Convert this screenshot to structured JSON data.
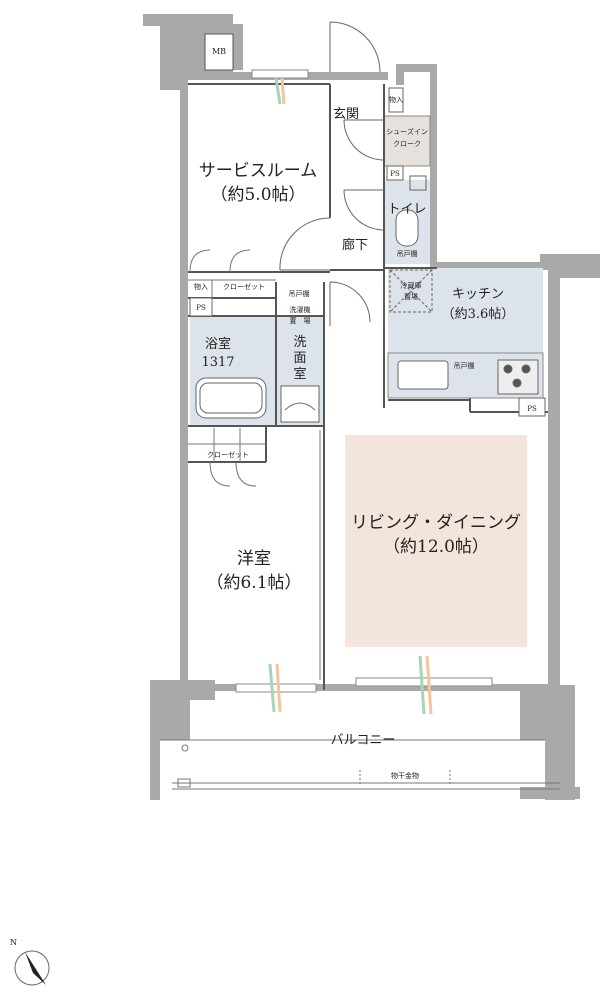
{
  "rooms": {
    "service": {
      "name": "サービスルーム",
      "size": "（約5.0帖）"
    },
    "entrance": "玄関",
    "hall": "廊下",
    "toilet": "トイレ",
    "shoes": [
      "シューズイン",
      "クローク"
    ],
    "storage_top": "物入",
    "kitchen": {
      "name": "キッチン",
      "size": "（約3.6帖）"
    },
    "fridge": [
      "冷蔵庫",
      "置場"
    ],
    "ldk": {
      "name": "リビング・ダイニング",
      "size": "（約12.0帖）"
    },
    "bath": {
      "name": "浴室",
      "code": "1317"
    },
    "washroom": [
      "洗",
      "面",
      "室"
    ],
    "washer": [
      "洗濯機",
      "置　場"
    ],
    "western": {
      "name": "洋室",
      "size": "（約6.1帖）"
    },
    "balcony": "バルコニー",
    "laundry_hardware": "物干金物"
  },
  "labels": {
    "mb": "MB",
    "ps": "PS",
    "hanging_shelf": "吊戸棚",
    "storage": "物入",
    "closet": "クローゼット",
    "north": "N"
  },
  "colors": {
    "wall": "#a9a9a9",
    "ldk_fill": "#f3e4dc",
    "wet_fill": "#dde3ea",
    "shoe_fill": "#e6e1dc"
  }
}
